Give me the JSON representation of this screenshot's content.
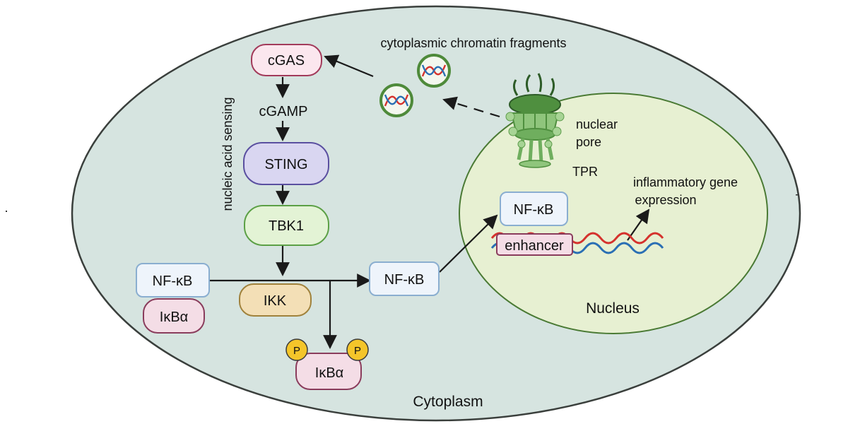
{
  "regions": {
    "cytoplasm": "Cytoplasm",
    "nucleus": "Nucleus"
  },
  "nodes": {
    "cgas": "cGAS",
    "cgamp": "cGAMP",
    "sting": "STING",
    "tbk1": "TBK1",
    "ikk": "IKK",
    "nfkb_bound": "NF-κB",
    "ikba_bound": "IκBα",
    "nfkb_free": "NF-κB",
    "ikba_phos": "IκBα",
    "phospho_left": "P",
    "phospho_right": "P",
    "nfkb_nuclear": "NF-κB",
    "enhancer": "enhancer"
  },
  "labels": {
    "nucleic_acid_sensing": "nucleic acid sensing",
    "chromatin_fragments": "cytoplasmic chromatin fragments",
    "nuclear_pore_line1": "nuclear",
    "nuclear_pore_line2": "pore",
    "tpr": "TPR",
    "gene_expression_line1": "inflammatory gene",
    "gene_expression_line2": "expression"
  },
  "colors": {
    "cell_fill": "#d6e4e0",
    "nucleus_fill": "#e7f0d2",
    "outline": "#3a3f3c",
    "cgas_fill": "#fbe7ee",
    "cgas_stroke": "#a23a5a",
    "sting_fill": "#d9d6f1",
    "sting_stroke": "#5a4fa0",
    "tbk1_fill": "#e3f3d5",
    "tbk1_stroke": "#5ca046",
    "ikk_fill": "#f3dfb6",
    "ikk_stroke": "#a0823c",
    "nfkb_fill": "#eef4fb",
    "nfkb_stroke": "#8aaed0",
    "ikba_fill": "#f4dde6",
    "ikba_stroke": "#8a3c5c",
    "phospho_fill": "#f4c52a",
    "dna_red": "#d5322d",
    "dna_blue": "#2a6fb4",
    "pore_green": "#7dba6a"
  }
}
